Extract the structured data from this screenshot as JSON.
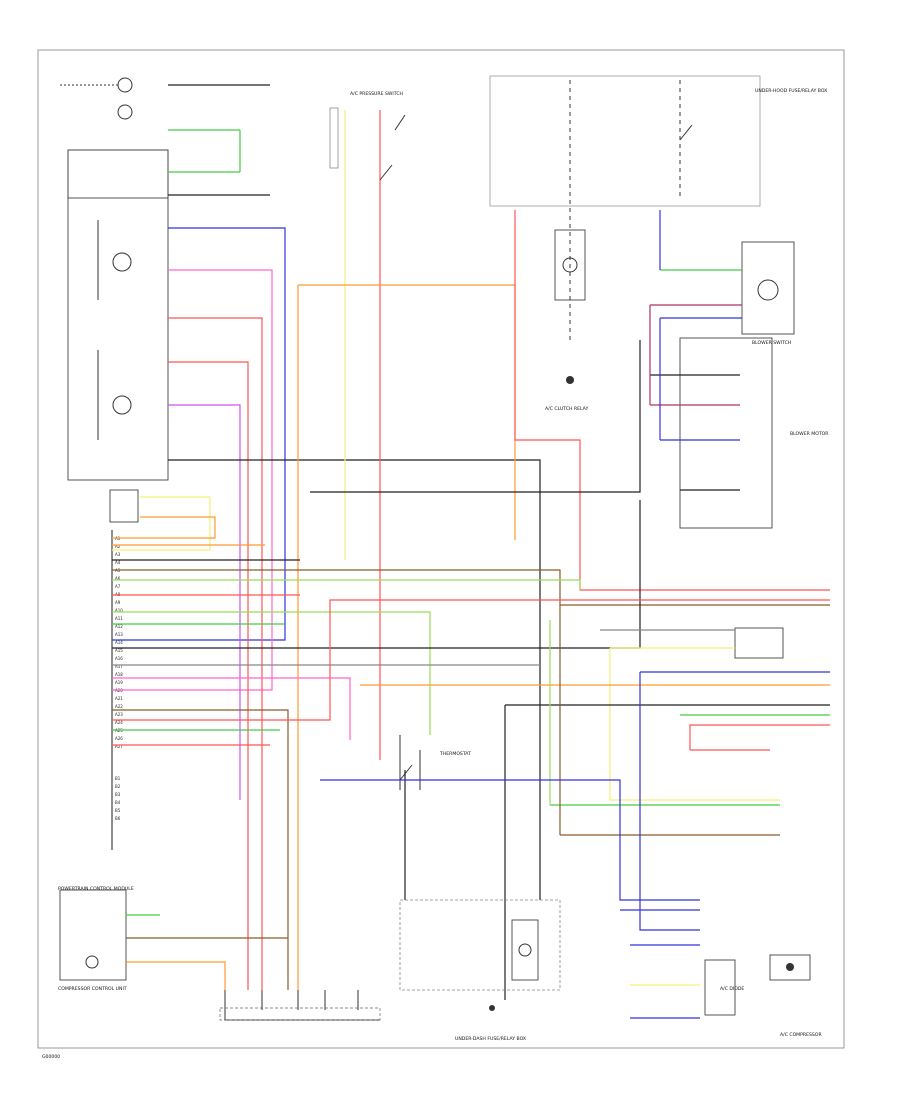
{
  "diagram": {
    "labels": {
      "ac_compressor_bottom": "A/C COMPRESSOR",
      "blower_switch": "BLOWER SWITCH",
      "clutch_relay": "A/C CLUTCH RELAY",
      "ac_pressure_switch": "A/C PRESSURE SWITCH",
      "pcm": "POWERTRAIN CONTROL MODULE",
      "compressor_control": "COMPRESSOR CONTROL UNIT",
      "underdash_fuse": "UNDER-DASH FUSE/RELAY BOX",
      "underhood_fuse": "UNDER-HOOD FUSE/RELAY BOX",
      "blower_motor": "BLOWER MOTOR",
      "ac_diode": "A/C DIODE",
      "thermostat": "THERMOSTAT",
      "footer_code": "G00000"
    },
    "wire_colors": {
      "black": "#222222",
      "red": "#ff5555",
      "orange": "#ff9933",
      "yellow": "#f4f075",
      "green": "#44cc44",
      "light_green": "#99dd55",
      "blue": "#3333dd",
      "pink": "#ff66cc",
      "violet": "#cc55ee",
      "brown": "#8b5a2b",
      "gray": "#888888"
    }
  }
}
